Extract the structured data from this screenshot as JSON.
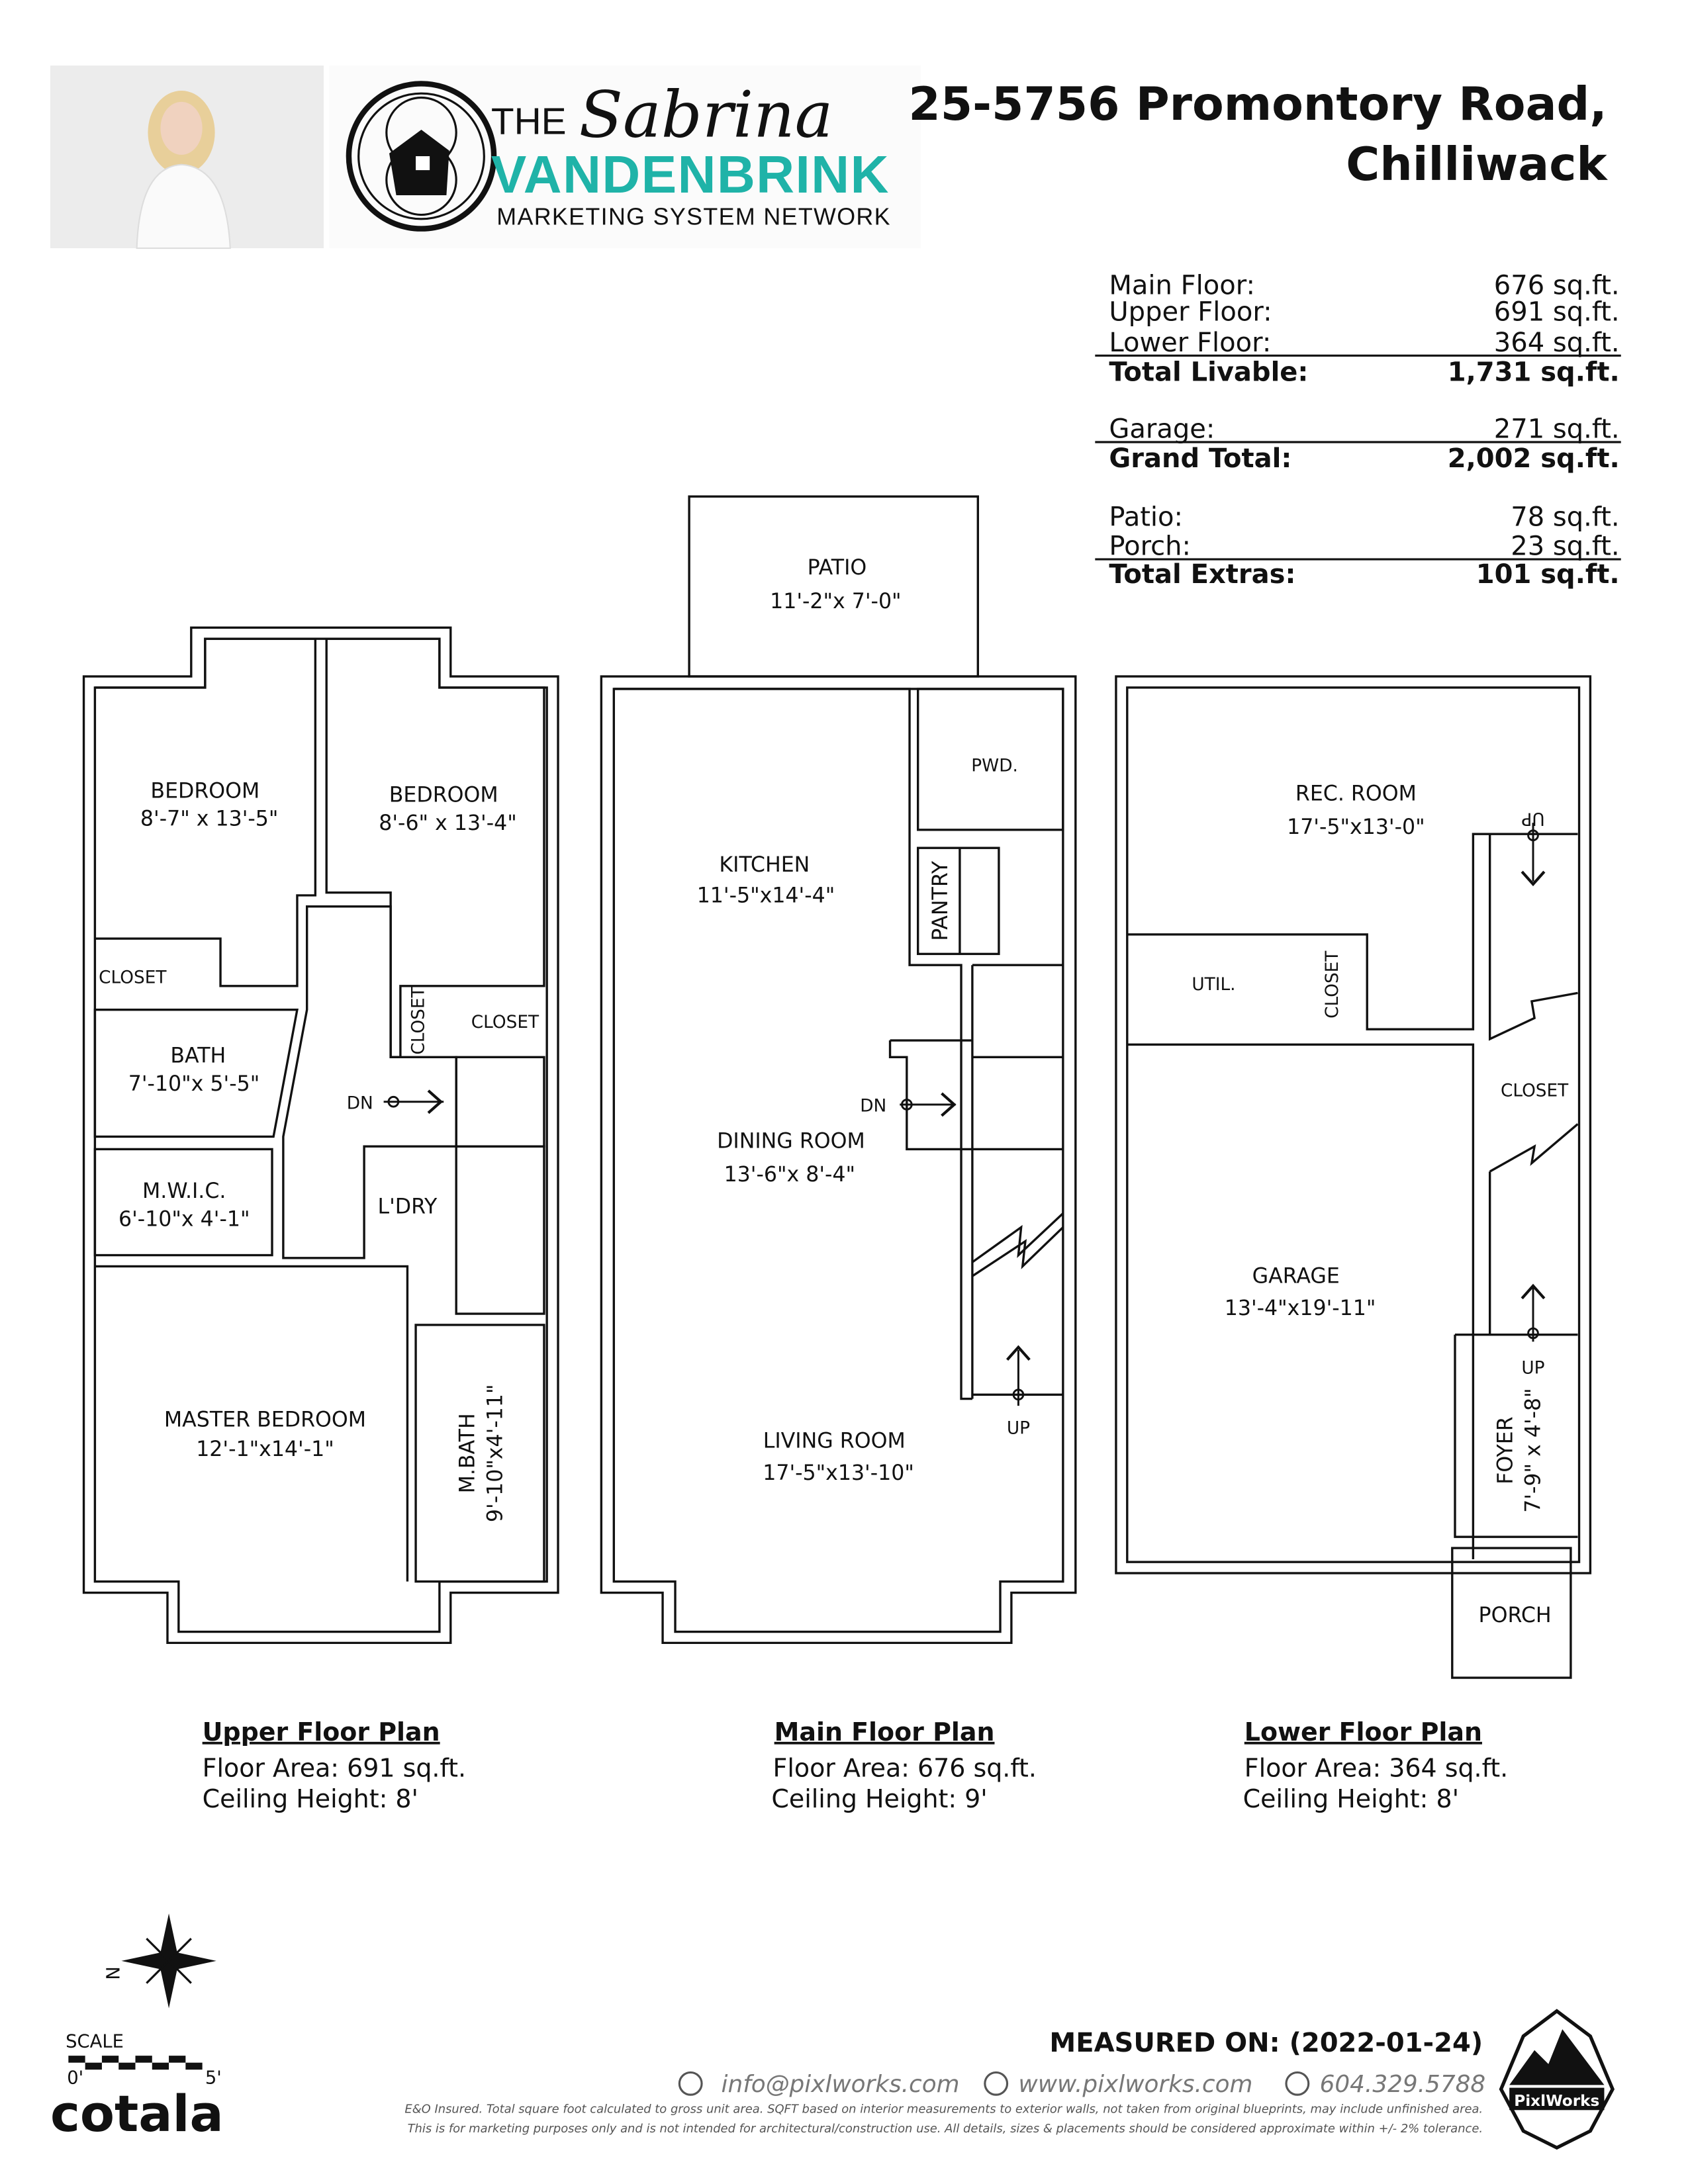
{
  "header": {
    "address_line1": "25-5756 Promontory Road,",
    "address_line2": "Chilliwack",
    "logo": {
      "the": "THE",
      "script": "Sabrina",
      "name": "VANDENBRINK",
      "tagline": "MARKETING SYSTEM NETWORK",
      "accent": "#1fb3a8"
    }
  },
  "areas": {
    "rows": [
      {
        "label": "Main Floor:",
        "value": "676 sq.ft."
      },
      {
        "label": "Upper Floor:",
        "value": "691 sq.ft."
      },
      {
        "label": "Lower Floor:",
        "value": "364 sq.ft."
      },
      {
        "label": "Total Livable:",
        "value": "1,731 sq.ft."
      },
      {
        "label": "Garage:",
        "value": "271 sq.ft."
      },
      {
        "label": "Grand Total:",
        "value": "2,002 sq.ft."
      },
      {
        "label": "Patio:",
        "value": "78 sq.ft."
      },
      {
        "label": "Porch:",
        "value": "23 sq.ft."
      },
      {
        "label": "Total Extras:",
        "value": "101 sq.ft."
      }
    ]
  },
  "upper": {
    "rooms": [
      {
        "name": "BEDROOM",
        "dim": "8'-7\" x 13'-5\""
      },
      {
        "name": "BEDROOM",
        "dim": "8'-6\" x 13'-4\""
      },
      {
        "name": "CLOSET"
      },
      {
        "name": "BATH",
        "dim": "7'-10\"x  5'-5\""
      },
      {
        "name": "CLOSET"
      },
      {
        "name": "CLOSET"
      },
      {
        "name": "DN"
      },
      {
        "name": "M.W.I.C.",
        "dim": "6'-10\"x  4'-1\""
      },
      {
        "name": "L'DRY"
      },
      {
        "name": "MASTER BEDROOM",
        "dim": "12'-1\"x14'-1\""
      },
      {
        "name": "M.BATH",
        "dim": "9'-10\"x4'-11\""
      }
    ],
    "title": "Upper Floor Plan",
    "area": "Floor Area: 691 sq.ft.",
    "ceiling": "Ceiling Height: 8'"
  },
  "main": {
    "rooms": [
      {
        "name": "PATIO",
        "dim": "11'-2\"x  7'-0\""
      },
      {
        "name": "PWD."
      },
      {
        "name": "KITCHEN",
        "dim": "11'-5\"x14'-4\""
      },
      {
        "name": "PANTRY"
      },
      {
        "name": "DN"
      },
      {
        "name": "DINING ROOM",
        "dim": "13'-6\"x  8'-4\""
      },
      {
        "name": "LIVING ROOM",
        "dim": "17'-5\"x13'-10\""
      },
      {
        "name": "UP"
      }
    ],
    "title": "Main Floor Plan",
    "area": "Floor Area: 676 sq.ft.",
    "ceiling": "Ceiling Height: 9'"
  },
  "lower": {
    "rooms": [
      {
        "name": "REC. ROOM",
        "dim": "17'-5\"x13'-0\""
      },
      {
        "name": "UP"
      },
      {
        "name": "UTIL."
      },
      {
        "name": "CLOSET"
      },
      {
        "name": "CLOSET"
      },
      {
        "name": "GARAGE",
        "dim": "13'-4\"x19'-11\""
      },
      {
        "name": "UP"
      },
      {
        "name": "FOYER",
        "dim": "7'-9\" x 4'-8\""
      },
      {
        "name": "PORCH"
      }
    ],
    "title": "Lower Floor Plan",
    "area": "Floor Area: 364 sq.ft.",
    "ceiling": "Ceiling Height: 8'"
  },
  "footer": {
    "compass": "N",
    "scale_label": "SCALE",
    "scale_start": "0'",
    "scale_end": "5'",
    "brand": "cotala",
    "measured": "MEASURED ON: (2022-01-24)",
    "email": "info@pixlworks.com",
    "website": "www.pixlworks.com",
    "phone": "604.329.5788",
    "disclaimer1": "E&O Insured.  Total square foot calculated to gross unit area. SQFT based on interior measurements to exterior walls, not taken from original blueprints, may include unfinished area.",
    "disclaimer2": "This is for marketing purposes only and is not intended for architectural/construction use.  All details, sizes & placements should be considered approximate within +/- 2%  tolerance.",
    "badge": "PixlWorks"
  }
}
